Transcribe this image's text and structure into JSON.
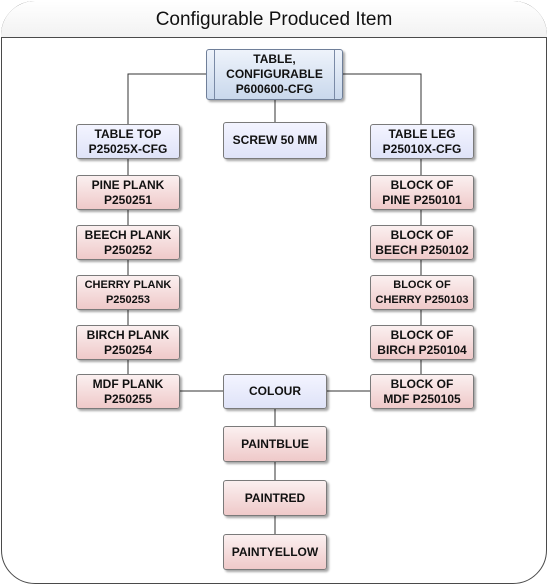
{
  "title": "Configurable Produced Item",
  "nodes": {
    "table": "TABLE,\nCONFIGURABLE\nP600600-CFG",
    "table_top": "TABLE TOP\nP25025X-CFG",
    "screw": "SCREW 50 MM",
    "table_leg": "TABLE LEG\nP25010X-CFG",
    "pine_plank": "PINE PLANK\nP250251",
    "beech_plank": "BEECH PLANK\nP250252",
    "cherry_plank": "CHERRY PLANK\nP250253",
    "birch_plank": "BIRCH PLANK\nP250254",
    "mdf_plank": "MDF PLANK\nP250255",
    "block_pine": "BLOCK OF\nPINE P250101",
    "block_beech": "BLOCK OF\nBEECH P250102",
    "block_cherry": "BLOCK OF\nCHERRY P250103",
    "block_birch": "BLOCK OF\nBIRCH P250104",
    "block_mdf": "BLOCK OF\nMDF P250105",
    "colour": "COLOUR",
    "paint_blue": "PAINTBLUE",
    "paint_red": "PAINTRED",
    "paint_yellow": "PAINTYELLOW"
  },
  "colors": {
    "component_fill": "#dfe3f8",
    "variant_fill": "#efc9c9",
    "root_fill": "#c9d8ec",
    "line": "#333333"
  }
}
